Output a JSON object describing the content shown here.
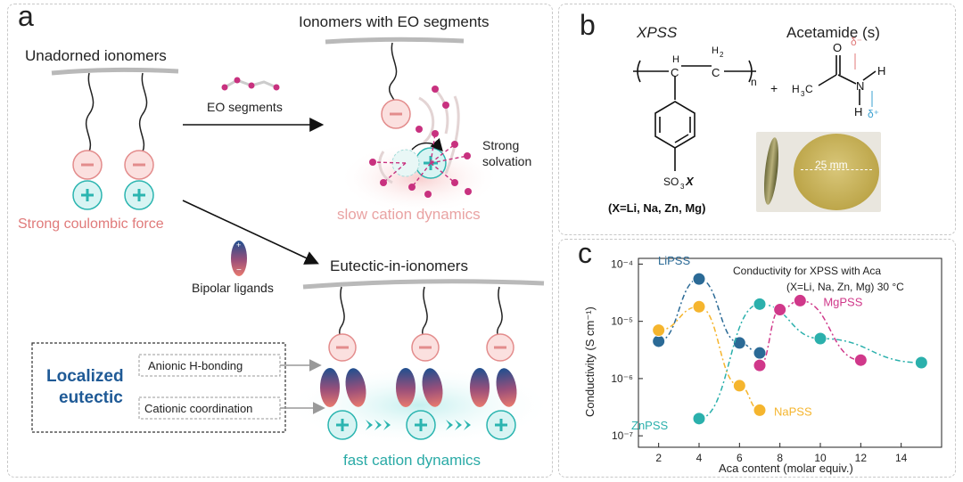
{
  "panel_a": {
    "label": "a",
    "unadorned_title": "Unadorned ionomers",
    "eo_title": "Ionomers with EO segments",
    "eo_segments_label": "EO segments",
    "strong_solvation_line1": "Strong",
    "strong_solvation_line2": "solvation",
    "strong_coulombic": "Strong coulombic force",
    "slow_dynamics": "slow cation dynamics",
    "bipolar_ligands": "Bipolar ligands",
    "eutectic_title": "Eutectic-in-ionomers",
    "localized_line1": "Localized",
    "localized_line2": "eutectic",
    "anionic_hbonding": "Anionic H-bonding",
    "cationic_coordination": "Cationic coordination",
    "fast_dynamics": "fast cation dynamics",
    "colors": {
      "anion": "#e98a8a",
      "cation": "#2bb5b0",
      "red_text": "#e07a7a",
      "teal_text": "#2aaaa6",
      "blue_text": "#1f5a96"
    }
  },
  "panel_b": {
    "label": "b",
    "xpss_title": "XPSS",
    "acetamide_title": "Acetamide (s)",
    "x_options": "(X=Li, Na, Zn, Mg)",
    "scale_bar": "25 mm"
  },
  "chart_data": {
    "type": "line",
    "label": "c",
    "title_line1": "Conductivity for XPSS  with Aca",
    "title_line2": "(X=Li, Na, Zn, Mg) 30 °C",
    "xlabel": "Aca content (molar equiv.)",
    "ylabel": "Conductivity (S cm⁻¹)",
    "xlim": [
      1,
      16
    ],
    "ylim_log10": [
      -7.2,
      -3.9
    ],
    "log_y": true,
    "x_ticks": [
      2,
      4,
      6,
      8,
      10,
      12,
      14
    ],
    "y_ticks": [
      {
        "exp": -4,
        "label": "10⁻⁴"
      },
      {
        "exp": -5,
        "label": "10⁻⁵"
      },
      {
        "exp": -6,
        "label": "10⁻⁶"
      },
      {
        "exp": -7,
        "label": "10⁻⁷"
      }
    ],
    "series": [
      {
        "name": "LiPSS",
        "color": "#2b6a96",
        "x": [
          2,
          4,
          6,
          7
        ],
        "y": [
          4.5e-06,
          5.5e-05,
          4.2e-06,
          2.8e-06
        ]
      },
      {
        "name": "NaPSS",
        "color": "#f5b52e",
        "x": [
          2,
          4,
          6,
          7
        ],
        "y": [
          7e-06,
          1.8e-05,
          7.5e-07,
          2.8e-07
        ]
      },
      {
        "name": "ZnPSS",
        "color": "#2bb0ac",
        "x": [
          4,
          7,
          10,
          15
        ],
        "y": [
          2e-07,
          2e-05,
          5e-06,
          1.9e-06
        ]
      },
      {
        "name": "MgPSS",
        "color": "#d0388a",
        "x": [
          7,
          8,
          9,
          12
        ],
        "y": [
          1.7e-06,
          1.6e-05,
          2.3e-05,
          2.1e-06
        ]
      }
    ]
  }
}
